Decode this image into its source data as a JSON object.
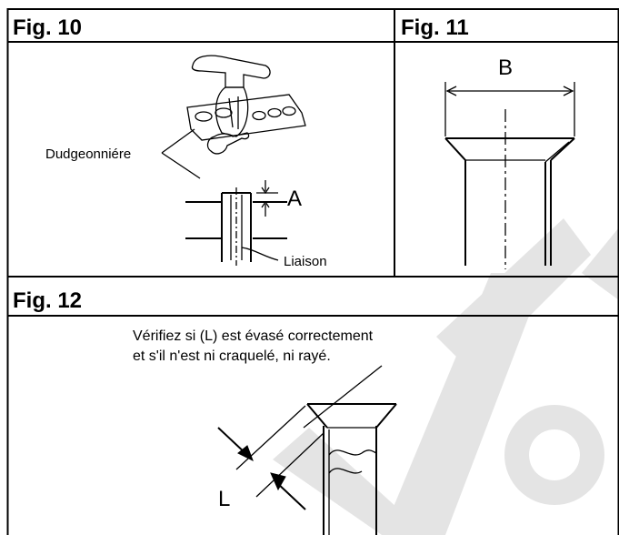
{
  "figures": {
    "fig10": {
      "title": "Fig. 10",
      "label_tool": "Dudgeonniére",
      "label_a": "A",
      "label_pipe": "Liaison"
    },
    "fig11": {
      "title": "Fig. 11",
      "label_b": "B"
    },
    "fig12": {
      "title": "Fig. 12",
      "note_line1": "Vérifiez si (L) est évasé correctement",
      "note_line2": "et s'il n'est ni craquelé, ni rayé.",
      "label_l": "L"
    }
  },
  "colors": {
    "watermark": "#e4e4e4",
    "line": "#000000"
  }
}
